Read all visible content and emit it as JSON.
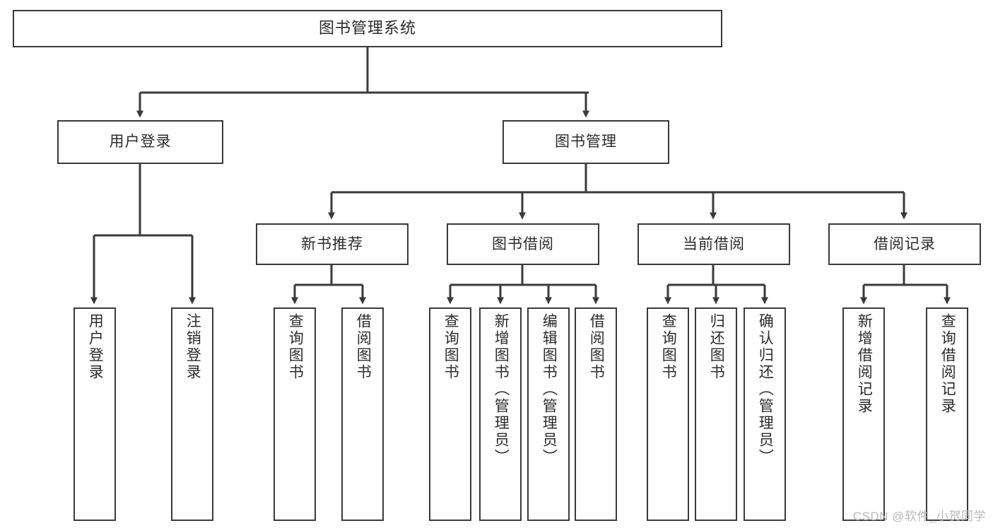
{
  "diagram": {
    "title": "图书管理系统",
    "type": "hierarchy-tree",
    "root": {
      "label": "图书管理系统"
    },
    "level2": [
      {
        "label": "用户登录"
      },
      {
        "label": "图书管理"
      }
    ],
    "level3": [
      {
        "label": "新书推荐"
      },
      {
        "label": "图书借阅"
      },
      {
        "label": "当前借阅"
      },
      {
        "label": "借阅记录"
      }
    ],
    "leaves": [
      {
        "label": "用户登录"
      },
      {
        "label": "注销登录"
      },
      {
        "label": "查询图书"
      },
      {
        "label": "借阅图书"
      },
      {
        "label": "查询图书"
      },
      {
        "label": "新增图书（管理员）"
      },
      {
        "label": "编辑图书（管理员）"
      },
      {
        "label": "借阅图书"
      },
      {
        "label": "查询图书"
      },
      {
        "label": "归还图书"
      },
      {
        "label": "确认归还（管理员）"
      },
      {
        "label": "新增借阅记录"
      },
      {
        "label": "查询借阅记录"
      }
    ],
    "watermark": "CSDN @软件_小贺同学",
    "colors": {
      "stroke": "#3a3a3a",
      "fill": "#ffffff",
      "text": "#2b2b2b",
      "watermark": "#b9b9b9"
    }
  }
}
